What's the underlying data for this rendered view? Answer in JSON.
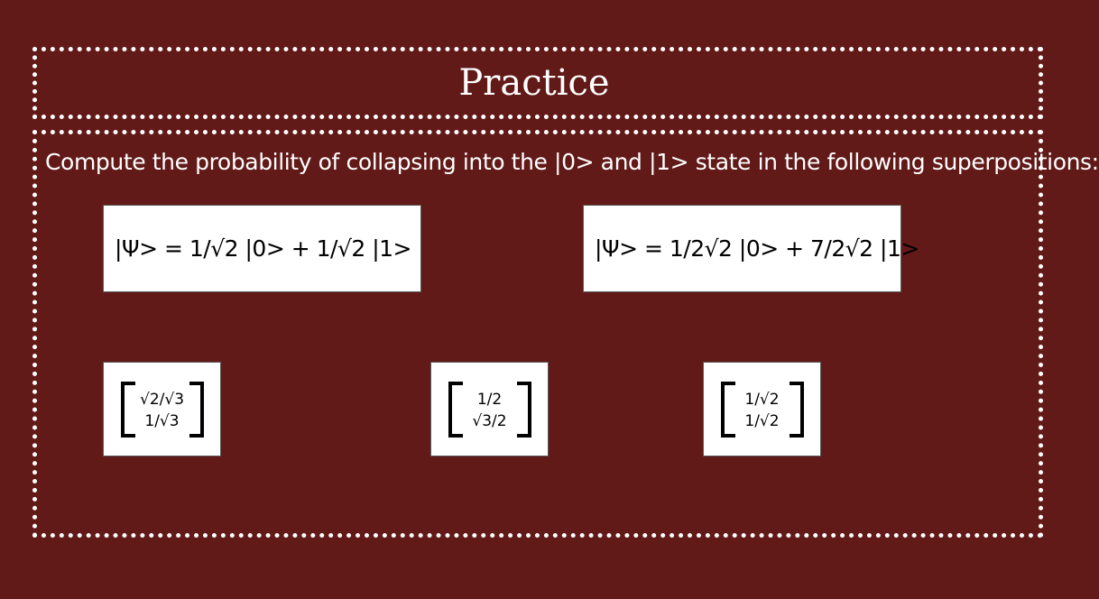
{
  "title": "Practice",
  "instructions": "Compute the probability of collapsing into the |0> and |1> state in the following superpositions:",
  "equations": [
    "|Ψ> = 1/√2 |0> + 1/√2 |1>",
    "|Ψ> = 1/2√2 |0> + 7/2√2 |1>"
  ],
  "vectors": [
    {
      "top": "√2/√3",
      "bottom": "1/√3"
    },
    {
      "top": "1/2",
      "bottom": "√3/2"
    },
    {
      "top": "1/√2",
      "bottom": "1/√2"
    }
  ],
  "colors": {
    "background": "#621a19",
    "text": "#ffffff",
    "box": "#ffffff"
  }
}
